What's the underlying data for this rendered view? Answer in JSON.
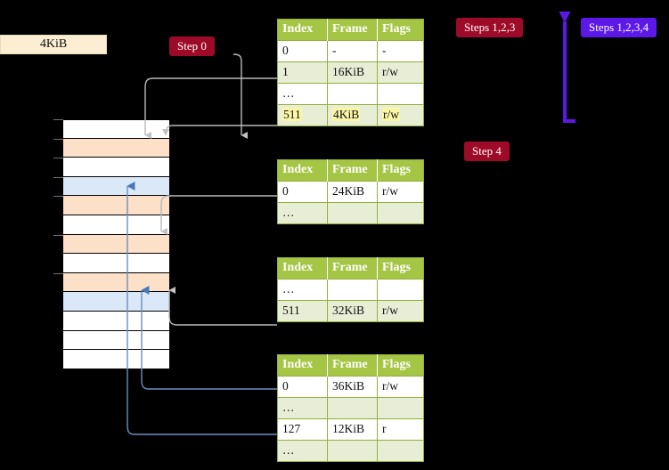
{
  "diagram": {
    "title_hidden": "",
    "memory_label": "4KiB",
    "steps": {
      "step0": "Step 0",
      "step4": "Step 4",
      "steps123": "Steps 1,2,3",
      "steps1234": "Steps 1,2,3,4"
    },
    "colors": {
      "badge_red": "#9e0b28",
      "badge_blue": "#5c18e8",
      "table_header_green": "#a5c544",
      "table_alt_row": "#e8eed5",
      "highlight_yellow": "#fbf6a6",
      "mem_orange": "#fce0c8",
      "mem_blue": "#dbe8f7",
      "kib_box_bg": "#fbeed2",
      "connector_gray": "#b9b9b9",
      "connector_blue": "#6a8fc0",
      "arrow_blue": "#4a7ab5",
      "bracket_purple": "#5c18e8"
    },
    "memory_rows": [
      {
        "fill": "white"
      },
      {
        "fill": "orange"
      },
      {
        "fill": "white"
      },
      {
        "fill": "blue"
      },
      {
        "fill": "orange"
      },
      {
        "fill": "white"
      },
      {
        "fill": "orange"
      },
      {
        "fill": "white"
      },
      {
        "fill": "orange"
      },
      {
        "fill": "blue"
      },
      {
        "fill": "white"
      },
      {
        "fill": "white"
      },
      {
        "fill": "white"
      }
    ],
    "tables": [
      {
        "name": "pml4-table",
        "headers": [
          "Index",
          "Frame",
          "Flags"
        ],
        "rows": [
          {
            "index": "0",
            "frame": "-",
            "flags": "-",
            "alt": false,
            "highlight": false
          },
          {
            "index": "1",
            "frame": "16KiB",
            "flags": "r/w",
            "alt": true,
            "highlight": false
          },
          {
            "index": "…",
            "frame": "",
            "flags": "",
            "alt": false,
            "highlight": false
          },
          {
            "index": "511",
            "frame": "4KiB",
            "flags": "r/w",
            "alt": true,
            "highlight": true
          }
        ]
      },
      {
        "name": "pdp-table",
        "headers": [
          "Index",
          "Frame",
          "Flags"
        ],
        "rows": [
          {
            "index": "0",
            "frame": "24KiB",
            "flags": "r/w",
            "alt": false,
            "highlight": false
          },
          {
            "index": "…",
            "frame": "",
            "flags": "",
            "alt": true,
            "highlight": false
          }
        ]
      },
      {
        "name": "pd-table",
        "headers": [
          "Index",
          "Frame",
          "Flags"
        ],
        "rows": [
          {
            "index": "…",
            "frame": "",
            "flags": "",
            "alt": false,
            "highlight": false
          },
          {
            "index": "511",
            "frame": "32KiB",
            "flags": "r/w",
            "alt": true,
            "highlight": false
          }
        ]
      },
      {
        "name": "pt-table",
        "headers": [
          "Index",
          "Frame",
          "Flags"
        ],
        "rows": [
          {
            "index": "0",
            "frame": "36KiB",
            "flags": "r/w",
            "alt": false,
            "highlight": false
          },
          {
            "index": "…",
            "frame": "",
            "flags": "",
            "alt": true,
            "highlight": false
          },
          {
            "index": "127",
            "frame": "12KiB",
            "flags": "r",
            "alt": false,
            "highlight": false
          },
          {
            "index": "…",
            "frame": "",
            "flags": "",
            "alt": true,
            "highlight": false
          }
        ]
      }
    ]
  }
}
